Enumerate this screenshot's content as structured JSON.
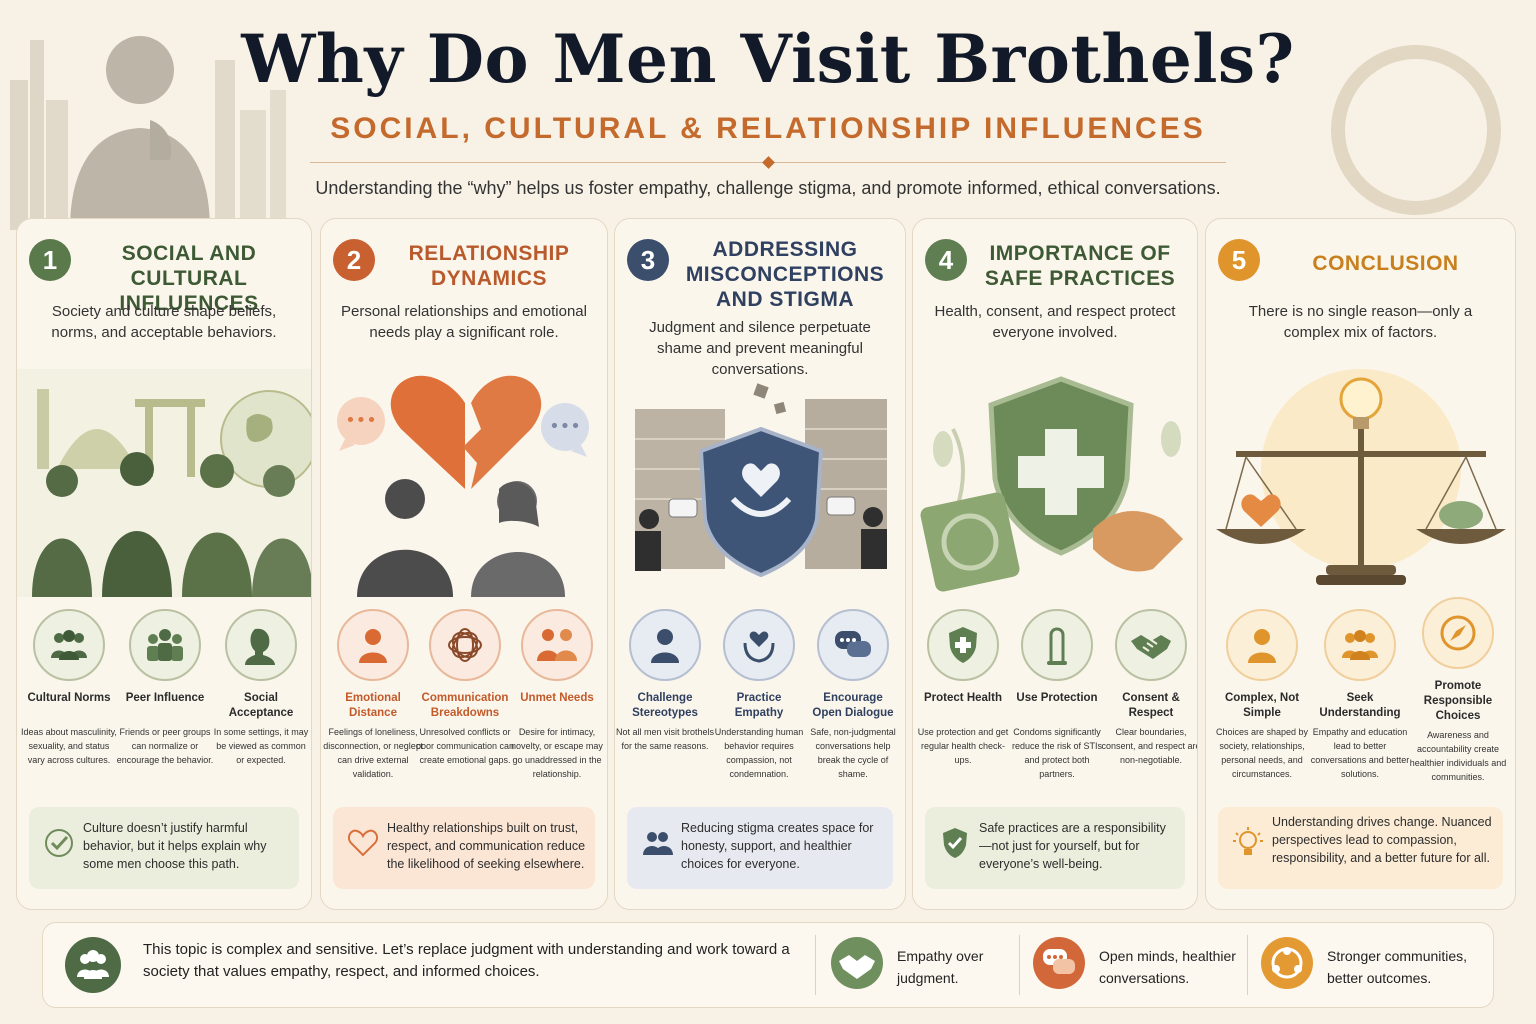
{
  "header": {
    "title": "Why Do Men Visit Brothels?",
    "subtitle": "SOCIAL, CULTURAL & RELATIONSHIP INFLUENCES",
    "intro": "Understanding the “why” helps us foster empathy, challenge stigma, and promote informed, ethical conversations."
  },
  "colors": {
    "green": "#5a7a4c",
    "orange": "#c8602f",
    "navy": "#3b4e6b",
    "sage": "#5f7f52",
    "gold": "#e0952c"
  },
  "columns": [
    {
      "number": "1",
      "title": "SOCIAL AND CULTURAL INFLUENCES",
      "desc": "Society and culture shape beliefs, norms, and acceptable behaviors.",
      "items": [
        {
          "icon": "group-icon",
          "title": "Cultural Norms",
          "text": "Ideas about masculinity, sexuality, and status vary across cultures."
        },
        {
          "icon": "peer-group-icon",
          "title": "Peer Influence",
          "text": "Friends or peer groups can normalize or encourage the behavior."
        },
        {
          "icon": "person-profile-icon",
          "title": "Social Acceptance",
          "text": "In some settings, it may be viewed as common or expected."
        }
      ],
      "note": "Culture doesn’t justify harmful behavior, but it helps explain why some men choose this path."
    },
    {
      "number": "2",
      "title": "RELATIONSHIP DYNAMICS",
      "desc": "Personal relationships and emotional needs play a significant role.",
      "items": [
        {
          "icon": "person-icon",
          "title": "Emotional Distance",
          "text": "Feelings of loneliness, disconnection, or neglect can drive external validation."
        },
        {
          "icon": "tangle-icon",
          "title": "Communication Breakdowns",
          "text": "Unresolved conflicts or poor communication can create emotional gaps."
        },
        {
          "icon": "couple-icon",
          "title": "Unmet Needs",
          "text": "Desire for intimacy, novelty, or escape may go unaddressed in the relationship."
        }
      ],
      "note": "Healthy relationships built on trust, respect, and communication reduce the likelihood of seeking elsewhere."
    },
    {
      "number": "3",
      "title": "ADDRESSING MISCONCEPTIONS AND STIGMA",
      "desc": "Judgment and silence perpetuate shame and prevent meaningful conversations.",
      "items": [
        {
          "icon": "person-icon",
          "title": "Challenge Stereotypes",
          "text": "Not all men visit brothels for the same reasons."
        },
        {
          "icon": "heart-hands-icon",
          "title": "Practice Empathy",
          "text": "Understanding human behavior requires compassion, not condemnation."
        },
        {
          "icon": "chat-bubbles-icon",
          "title": "Encourage Open Dialogue",
          "text": "Safe, non-judgmental conversations help break the cycle of shame."
        }
      ],
      "note": "Reducing stigma creates space for honesty, support, and healthier choices for everyone."
    },
    {
      "number": "4",
      "title": "IMPORTANCE OF SAFE PRACTICES",
      "desc": "Health, consent, and respect protect everyone involved.",
      "items": [
        {
          "icon": "shield-cross-icon",
          "title": "Protect Health",
          "text": "Use protection and get regular health check-ups."
        },
        {
          "icon": "condom-icon",
          "title": "Use Protection",
          "text": "Condoms significantly reduce the risk of STIs and protect both partners."
        },
        {
          "icon": "handshake-icon",
          "title": "Consent & Respect",
          "text": "Clear boundaries, consent, and respect are non-negotiable."
        }
      ],
      "note": "Safe practices are a responsibility—not just for yourself, but for everyone’s well-being."
    },
    {
      "number": "5",
      "title": "CONCLUSION",
      "desc": "There is no single reason—only a complex mix of factors.",
      "items": [
        {
          "icon": "person-icon",
          "title": "Complex, Not Simple",
          "text": "Choices are shaped by society, relationships, personal needs, and circumstances."
        },
        {
          "icon": "group-icon",
          "title": "Seek Understanding",
          "text": "Empathy and education lead to better conversations and better solutions."
        },
        {
          "icon": "compass-icon",
          "title": "Promote Responsible Choices",
          "text": "Awareness and accountability create healthier individuals and communities."
        }
      ],
      "note": "Understanding drives change. Nuanced perspectives lead to compassion, responsibility, and a better future for all."
    }
  ],
  "footer": {
    "main": "This topic is complex and sensitive. Let’s replace judgment with understanding and work toward a society that values empathy, respect, and informed choices.",
    "items": [
      {
        "icon": "handshake-icon",
        "text": "Empathy over judgment."
      },
      {
        "icon": "chat-bubbles-icon",
        "text": "Open minds, healthier conversations."
      },
      {
        "icon": "community-icon",
        "text": "Stronger communities, better outcomes."
      }
    ]
  }
}
